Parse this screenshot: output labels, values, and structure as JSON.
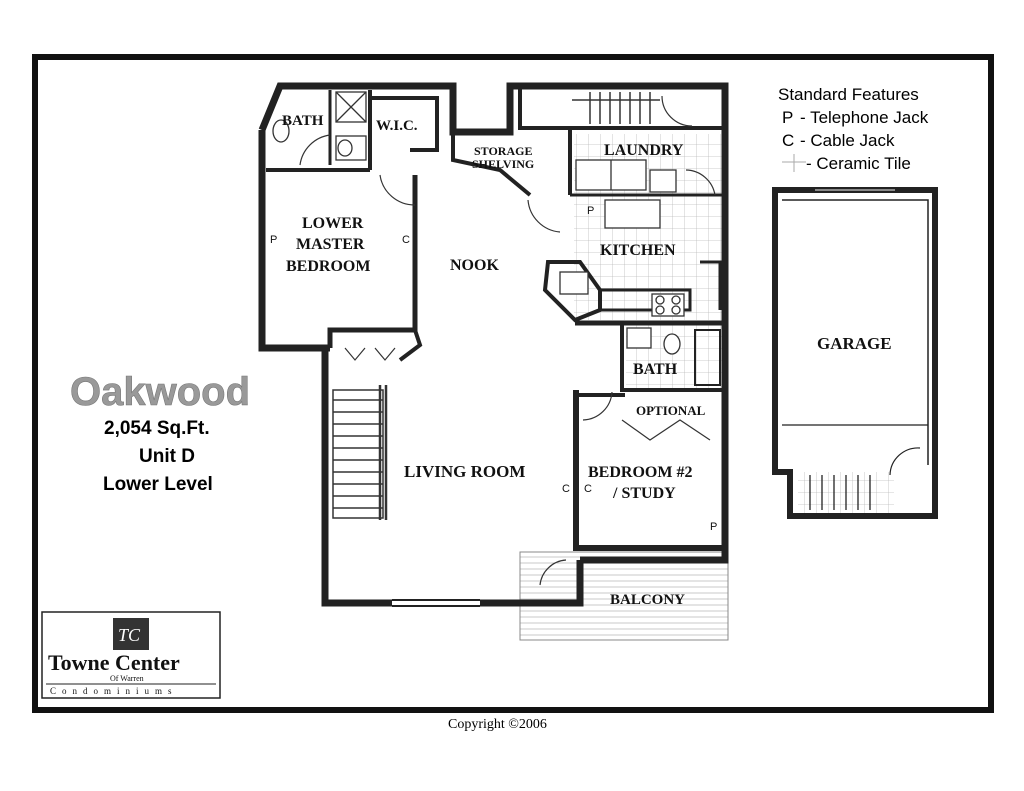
{
  "legend": {
    "title": "Standard Features",
    "items": [
      {
        "symbol": "P",
        "text": "- Telephone Jack"
      },
      {
        "symbol": "C",
        "text": "- Cable Jack"
      },
      {
        "symbol": "",
        "text": "- Ceramic Tile"
      }
    ]
  },
  "plan_info": {
    "name": "Oakwood",
    "area": "2,054 Sq.Ft.",
    "unit": "Unit D",
    "level": "Lower Level"
  },
  "rooms": {
    "bath_master": "BATH",
    "wic": "W.I.C.",
    "storage_line1": "STORAGE",
    "storage_line2": "SHELVING",
    "laundry": "LAUNDRY",
    "lower_master_line1": "LOWER",
    "lower_master_line2": "MASTER",
    "lower_master_line3": "BEDROOM",
    "nook": "NOOK",
    "kitchen": "KITCHEN",
    "bath2": "BATH",
    "optional": "OPTIONAL",
    "living_room": "LIVING ROOM",
    "bedroom2_line1": "BEDROOM #2",
    "bedroom2_line2": "/ STUDY",
    "balcony": "BALCONY",
    "garage": "GARAGE"
  },
  "jacks": {
    "p": "P",
    "c": "C"
  },
  "logo": {
    "monogram": "TC",
    "name": "Towne Center",
    "sub": "Of Warren",
    "tag": "Condominiums"
  },
  "copyright": "Copyright ©2006"
}
